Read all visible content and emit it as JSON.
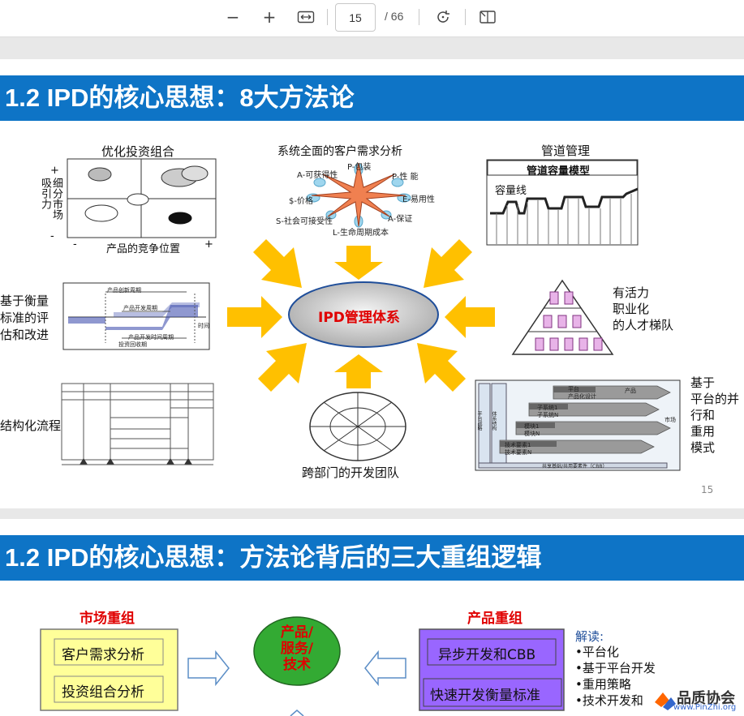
{
  "toolbar": {
    "zoom_out": "−",
    "zoom_in": "+",
    "page_current": "15",
    "page_total": "/ 66"
  },
  "slide1": {
    "title": "1.2 IPD的核心思想：8大方法论",
    "center": "IPD管理体系",
    "page_number": "15",
    "portfolio": {
      "title": "优化投资组合",
      "y_label": "细分市场吸引力",
      "x_label": "产品的竞争位置",
      "plus": "+",
      "minus": "-"
    },
    "needs": {
      "title": "系统全面的客户需求分析",
      "labels": [
        "P-包装",
        "P-性 能",
        "E-易用性",
        "A-保证",
        "L-生命周期成本",
        "S-社会可接受性",
        "$-价格",
        "A-可获得性"
      ]
    },
    "pipeline": {
      "title": "管道管理",
      "box_title": "管道容量模型",
      "capacity": "容量线"
    },
    "metrics": {
      "label_lines": [
        "基于衡量",
        "标准的评",
        "估和改进"
      ],
      "mini": [
        "产品创新周期",
        "产品开发周期",
        "产品开发时间周期",
        "投资回收期",
        "时间"
      ]
    },
    "process": {
      "label": "结构化流程"
    },
    "team": {
      "label": "跨部门的开发团队"
    },
    "talent": {
      "label_lines": [
        "有活力",
        "职业化",
        "的人才梯队"
      ]
    },
    "platform": {
      "label_lines": [
        "基于",
        "平台的并",
        "行和",
        "重用",
        "模式"
      ],
      "mini": [
        "平台",
        "产品化设计",
        "子系统1",
        "子系统N",
        "模块1",
        "模块N",
        "技术要素1",
        "技术要素N",
        "产品",
        "市场",
        "共享基础/共用要素件（CBB）",
        "平台战略",
        "体系结构"
      ]
    }
  },
  "slide2": {
    "title": "1.2 IPD的核心思想：方法论背后的三大重组逻辑",
    "market": {
      "heading": "市场重组",
      "items": [
        "客户需求分析",
        "投资组合分析"
      ]
    },
    "center_lines": [
      "产品/",
      "服务/",
      "技术"
    ],
    "product": {
      "heading": "产品重组",
      "items": [
        "异步开发和CBB",
        "快速开发衡量标准"
      ]
    },
    "interpret": {
      "title": "解读:",
      "items": [
        "•平台化",
        "•基于平台开发",
        "•重用策略",
        "•技术开发和"
      ]
    },
    "watermark": {
      "name": "品质协会",
      "url": "www.PinZhi.org"
    }
  },
  "colors": {
    "banner": "#0e74c6",
    "arrow": "#ffc000",
    "red_heading": "#e00000",
    "yellow_box": "#ffff99",
    "purple_box": "#9966ff",
    "green_oval": "#33aa33"
  }
}
